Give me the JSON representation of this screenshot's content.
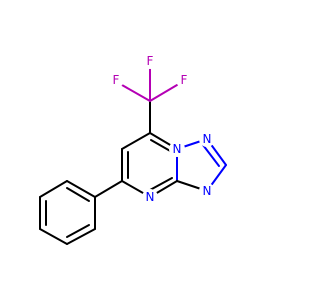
{
  "molecule": {
    "atoms": [
      {
        "id": "F1",
        "symbol": "F",
        "color": "#b400b4"
      },
      {
        "id": "F2",
        "symbol": "F",
        "color": "#b400b4"
      },
      {
        "id": "F3",
        "symbol": "F",
        "color": "#b400b4"
      },
      {
        "id": "N1",
        "symbol": "N",
        "color": "#0000ff"
      },
      {
        "id": "N2",
        "symbol": "N",
        "color": "#0000ff"
      },
      {
        "id": "N3",
        "symbol": "N",
        "color": "#0000ff"
      },
      {
        "id": "N4",
        "symbol": "N",
        "color": "#0000ff"
      }
    ],
    "colors": {
      "bond": "#000000",
      "nitrogen": "#0000ff",
      "fluorine": "#b400b4",
      "background": "#ffffff"
    }
  }
}
